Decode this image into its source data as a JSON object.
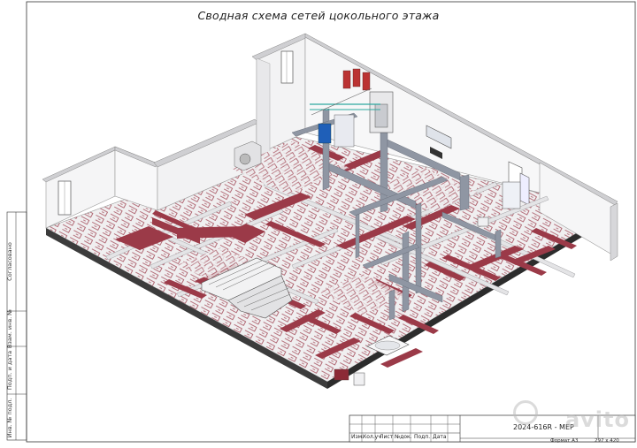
{
  "drawing": {
    "title": "Сводная схема сетей цокольного этажа",
    "side_labels": [
      "Согласовано",
      "Взам. инв. №",
      "Подп. и дата",
      "Инв. № подл."
    ],
    "title_block": {
      "columns": [
        "Изм.",
        "Кол.уч",
        "Лист",
        "№док.",
        "Подп.",
        "Дата"
      ],
      "code": "2024-616R - MEP",
      "format": "Формат А3",
      "size": "297 x 420"
    },
    "watermark": "avito"
  },
  "colors": {
    "floor": "#ededee",
    "wall_top": "#d4d4d6",
    "wall_face": "#f6f6f7",
    "heating_loop": "#9a3c4c",
    "collector": "#9b3a48",
    "duct": "#8f96a3",
    "frame": "#333333"
  },
  "icons": [
    "window-icon",
    "door-icon",
    "staircase-icon",
    "bathtub-icon",
    "boiler-icon",
    "ac-unit-icon",
    "shower-icon",
    "sink-icon"
  ]
}
